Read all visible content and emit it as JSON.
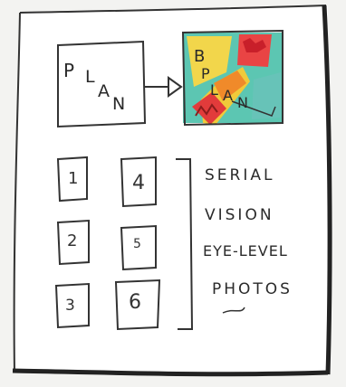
{
  "plan": {
    "letters": [
      "P",
      "L",
      "A",
      "N"
    ]
  },
  "blueprint": {
    "letters": [
      "B",
      "P",
      "L",
      "A",
      "N"
    ]
  },
  "photos": {
    "numbers": [
      "1",
      "4",
      "2",
      "5",
      "3",
      "6"
    ]
  },
  "caption": {
    "lines": [
      "SERIAL",
      "VISION",
      "EYE-LEVEL",
      "PHOTOS"
    ]
  },
  "colors": {
    "ink": "#222222",
    "paper": "#ffffff",
    "background": "#f3f3f1"
  }
}
